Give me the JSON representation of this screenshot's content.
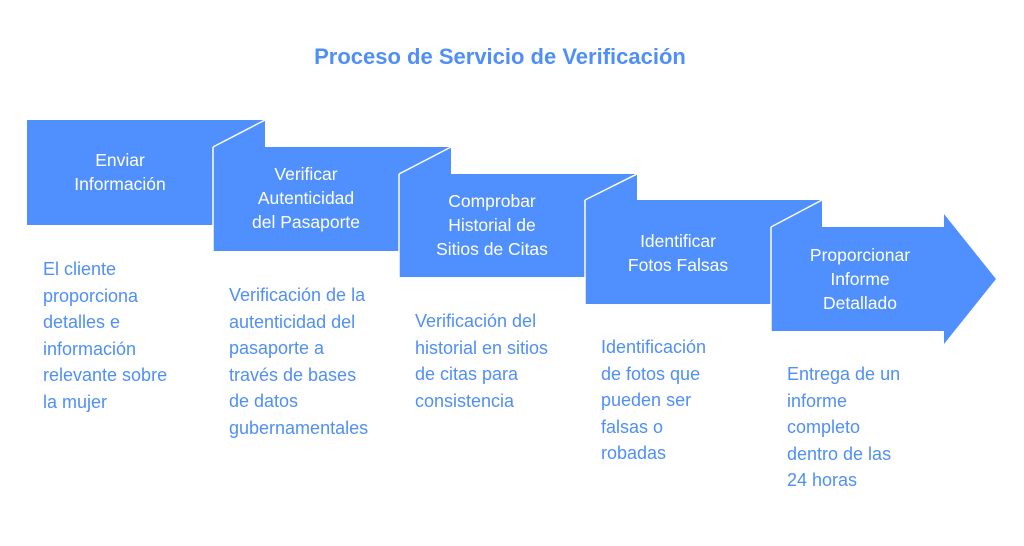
{
  "title": "Proceso de Servicio de Verificación",
  "colors": {
    "block": "#5090fe",
    "fold": "#ffffff",
    "text_accent": "#4f8ff7",
    "background": "#ffffff"
  },
  "steps": [
    {
      "label": "Enviar\nInformación",
      "description": "El cliente\nproporciona\ndetalles e\ninformación\nrelevante sobre\nla mujer"
    },
    {
      "label": "Verificar\nAutenticidad\ndel Pasaporte",
      "description": "Verificación de la\nautenticidad del\npasaporte a\ntravés de bases\nde datos\ngubernamentales"
    },
    {
      "label": "Comprobar\nHistorial de\nSitios de Citas",
      "description": "Verificación del\nhistorial en sitios\nde citas para\nconsistencia"
    },
    {
      "label": "Identificar\nFotos Falsas",
      "description": "Identificación\nde fotos que\npueden ser\nfalsas o\nrobadas"
    },
    {
      "label": "Proporcionar\nInforme\nDetallado",
      "description": "Entrega de un\ninforme\ncompleto\ndentro de las\n24 horas"
    }
  ]
}
